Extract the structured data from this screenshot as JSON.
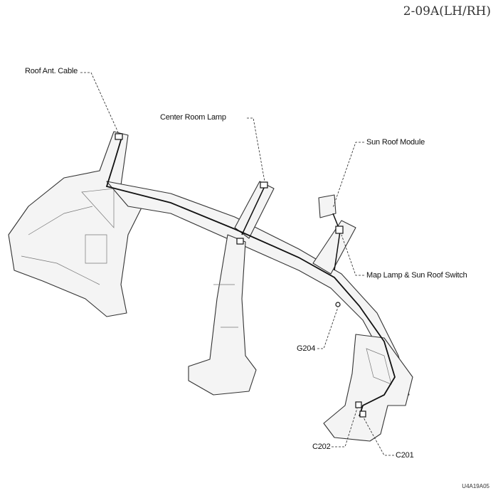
{
  "title": "2-09A(LH/RH)",
  "figure_code": "U4A19A05",
  "labels": {
    "roof_ant_cable": "Roof Ant. Cable",
    "center_room_lamp": "Center Room Lamp",
    "sun_roof_module": "Sun Roof Module",
    "map_lamp_switch": "Map Lamp & Sun Roof Switch",
    "g204": "G204",
    "c202": "C202",
    "c201": "C201"
  }
}
